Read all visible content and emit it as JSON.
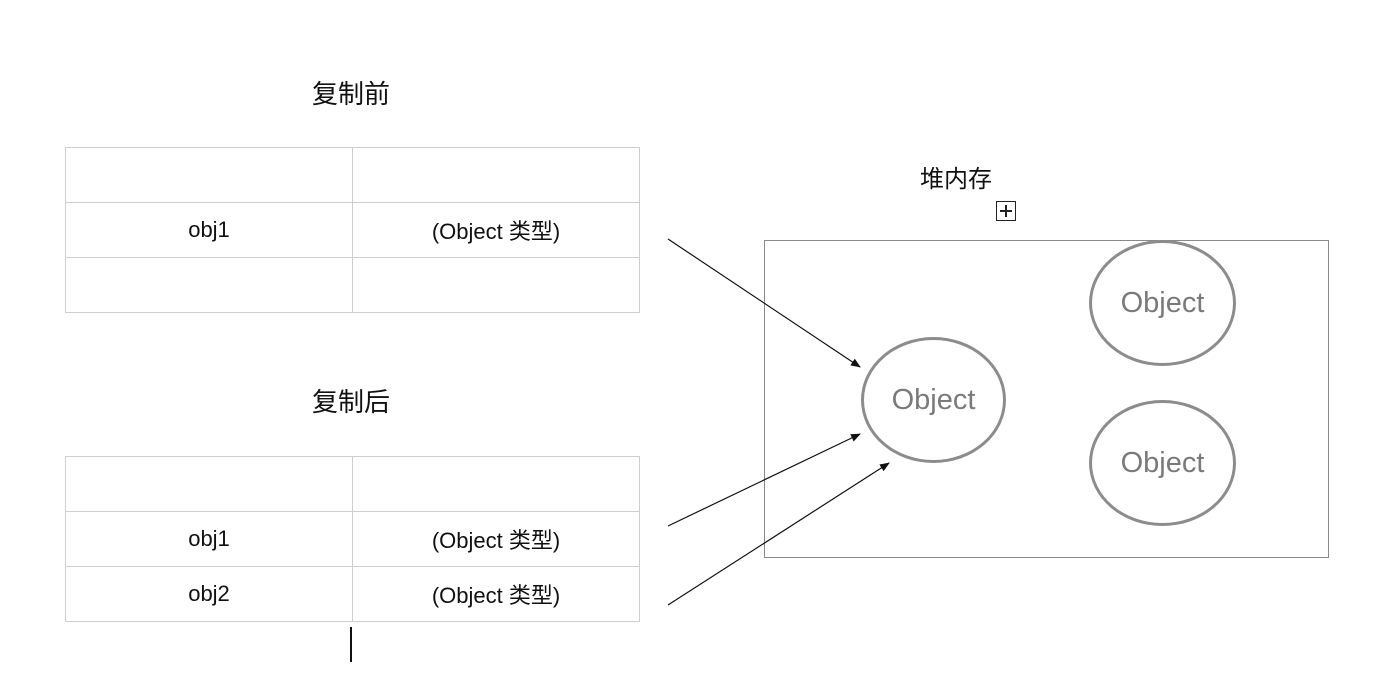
{
  "before": {
    "title": "复制前",
    "rows": [
      {
        "name": "",
        "value": ""
      },
      {
        "name": "obj1",
        "value": "(Object 类型)"
      },
      {
        "name": "",
        "value": ""
      }
    ]
  },
  "after": {
    "title": "复制后",
    "rows": [
      {
        "name": "",
        "value": ""
      },
      {
        "name": "obj1",
        "value": "(Object 类型)"
      },
      {
        "name": "obj2",
        "value": "(Object 类型)"
      }
    ]
  },
  "heap": {
    "title": "堆内存",
    "objects": [
      {
        "label": "Object"
      },
      {
        "label": "Object"
      },
      {
        "label": "Object"
      }
    ]
  },
  "icons": {
    "expand": "expand-plus-icon"
  },
  "colors": {
    "table_border": "#cfcfcf",
    "object_border": "#8c8c8c",
    "object_text": "#7a7a7a",
    "arrow": "#111111"
  }
}
